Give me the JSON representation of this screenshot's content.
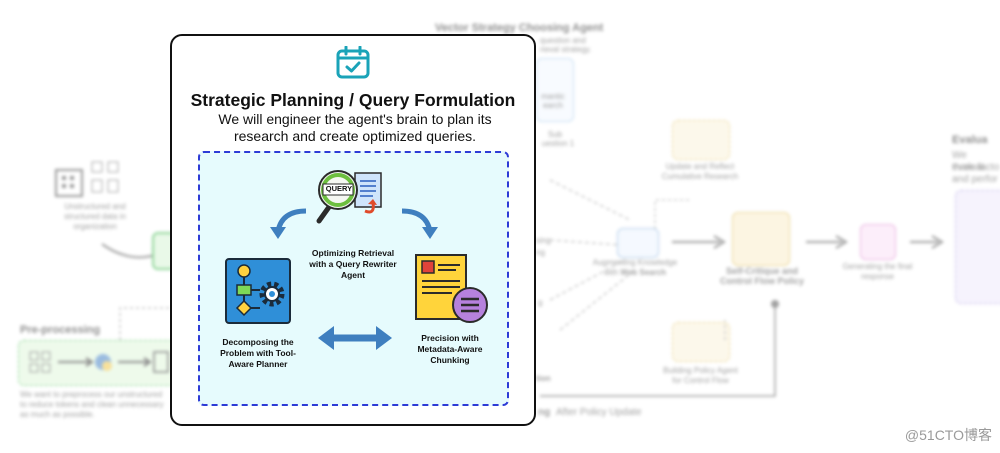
{
  "background": {
    "vector_agent_title": "Vector Strategy Choosing Agent",
    "vector_agent_desc_1": "question and",
    "vector_agent_desc_2": "rieval strategy.",
    "semantic_label_1": "mantic",
    "semantic_label_2": "earch",
    "sub_question_1": "Sub",
    "sub_question_2": "uestion 1",
    "unstructured_label": "Unstructured and structured data in organization",
    "preprocessing_title": "Pre-processing",
    "preprocessing_desc": "We want to preprocess our unstructured to reduce tokens and clean unnecessary as much as possible.",
    "update_reflect": "Update and Reflect Cumulative Research",
    "augmenting_1": "Augmenting Knowledge",
    "augmenting_2": "with",
    "augmenting_bold": "Web Search",
    "self_critique": "Self-Critique and Control Flow Policy",
    "generating": "Generating the final response",
    "building_policy": "Building Policy Agent for Control Flow",
    "after_policy_prefix": "ng",
    "after_policy": "After Policy Update",
    "evaluation_title": "Evalua",
    "evaluation_desc_1": "We evaluat",
    "evaluation_desc_2": "three facto",
    "evaluation_desc_3": "and perfor",
    "side_text_1": "sing",
    "side_text_2": "ng",
    "side_text_3": "g",
    "side_text_4": "tion"
  },
  "card": {
    "title": "Strategic Planning / Query Formulation",
    "subtitle": "We will engineer the agent's brain to plan its research and create optimized queries.",
    "query_badge": "QUERY",
    "label_top": "Optimizing Retrieval with a Query Rewriter Agent",
    "label_left": "Decomposing the Problem with Tool-Aware Planner",
    "label_right": "Precision with Metadata-Aware Chunking"
  },
  "watermark": "@51CTO博客",
  "colors": {
    "card_border": "#111111",
    "dashed_border": "#2d3bd6",
    "inner_bg": "#e6fbfd",
    "arrow_blue": "#3f7fbf",
    "calendar_teal": "#1aa3b8"
  },
  "icons": [
    "calendar-check-icon",
    "magnifier-query-icon",
    "flowchart-gear-icon",
    "document-list-icon",
    "arrow-curved-left-icon",
    "arrow-curved-right-icon",
    "double-arrow-icon"
  ]
}
